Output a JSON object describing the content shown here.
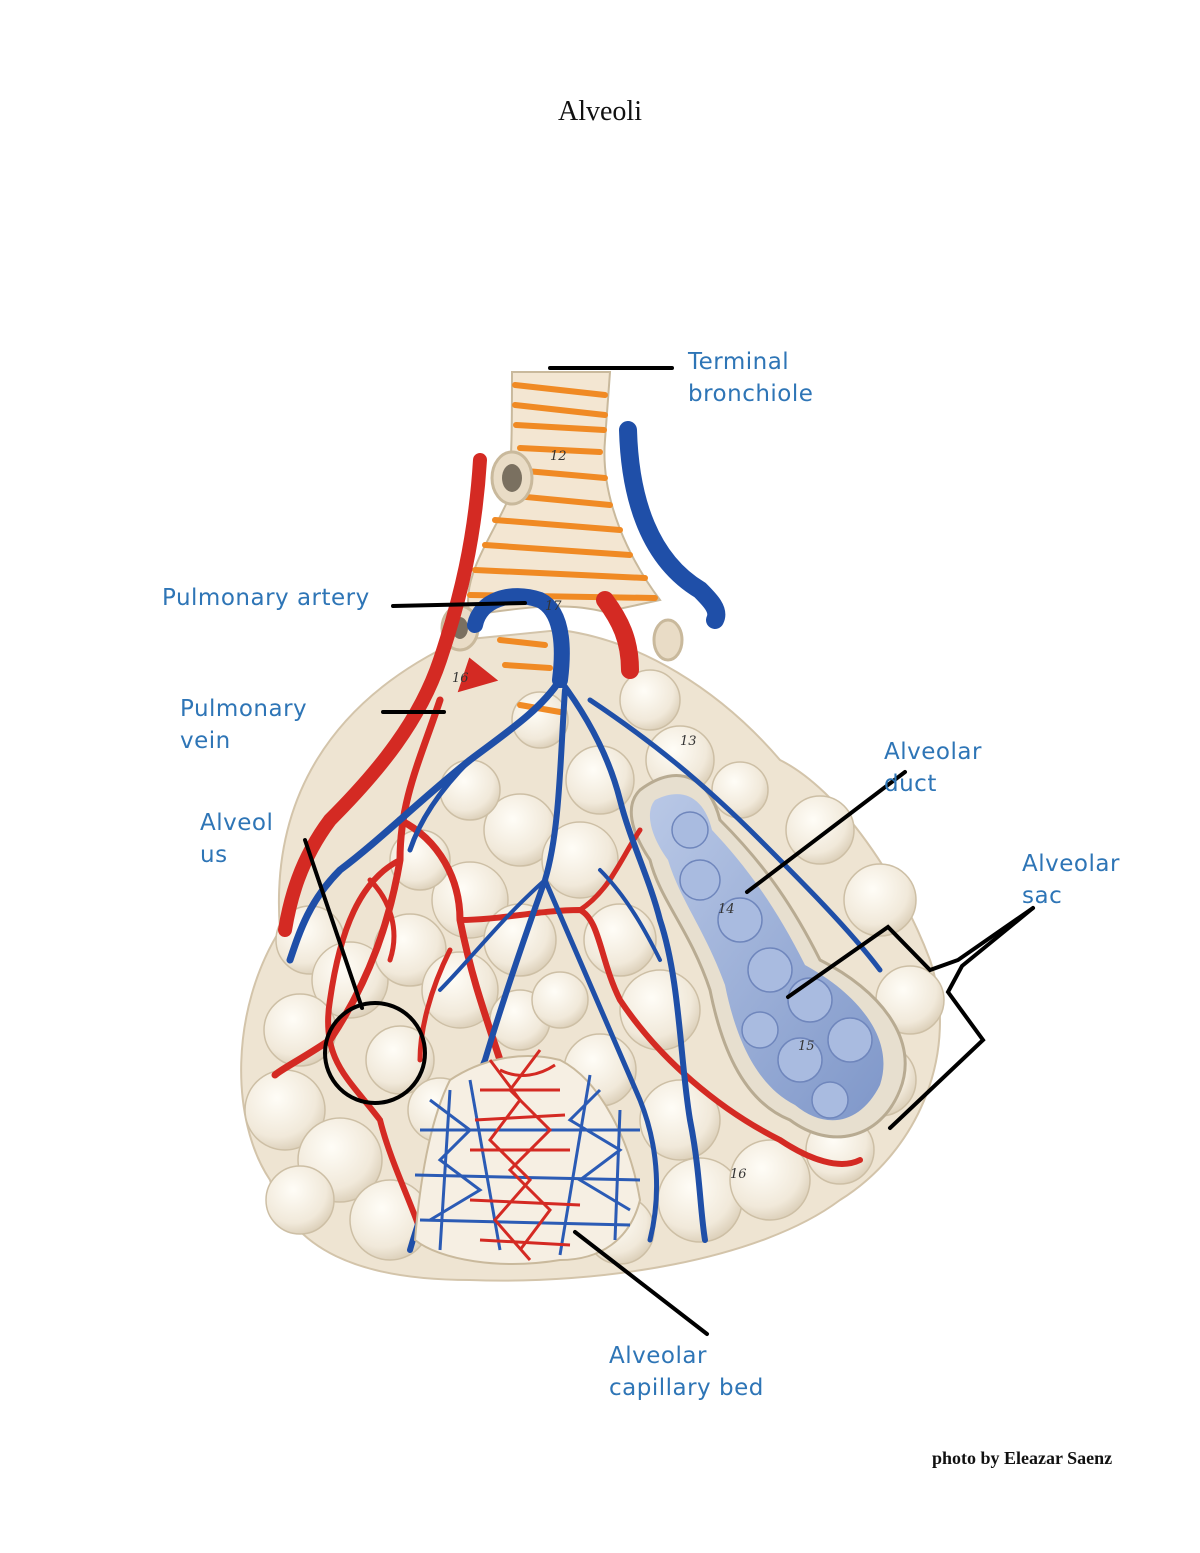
{
  "title": "Alveoli",
  "credit": "photo by Eleazar Saenz",
  "labels": {
    "terminal_bronchiole": [
      "Terminal",
      "bronchiole"
    ],
    "pulmonary_artery": [
      "Pulmonary artery"
    ],
    "pulmonary_vein": [
      "Pulmonary",
      "vein"
    ],
    "alveolus": [
      "Alveol",
      "us"
    ],
    "alveolar_duct": [
      "Alveolar",
      "duct"
    ],
    "alveolar_sac": [
      "Alveolar",
      "sac"
    ],
    "alveolar_capillary_bed": [
      "Alveolar",
      "capillary bed"
    ]
  },
  "model_numbers": [
    "12",
    "17",
    "16",
    "13",
    "14",
    "15",
    "16"
  ],
  "colors": {
    "label": "#2e75b6",
    "artery_model": "#d42a23",
    "vein_model": "#1f4fa8",
    "bronchiole": "#f08a24",
    "alveoli": "#f4ede0",
    "leader": "#000000"
  }
}
